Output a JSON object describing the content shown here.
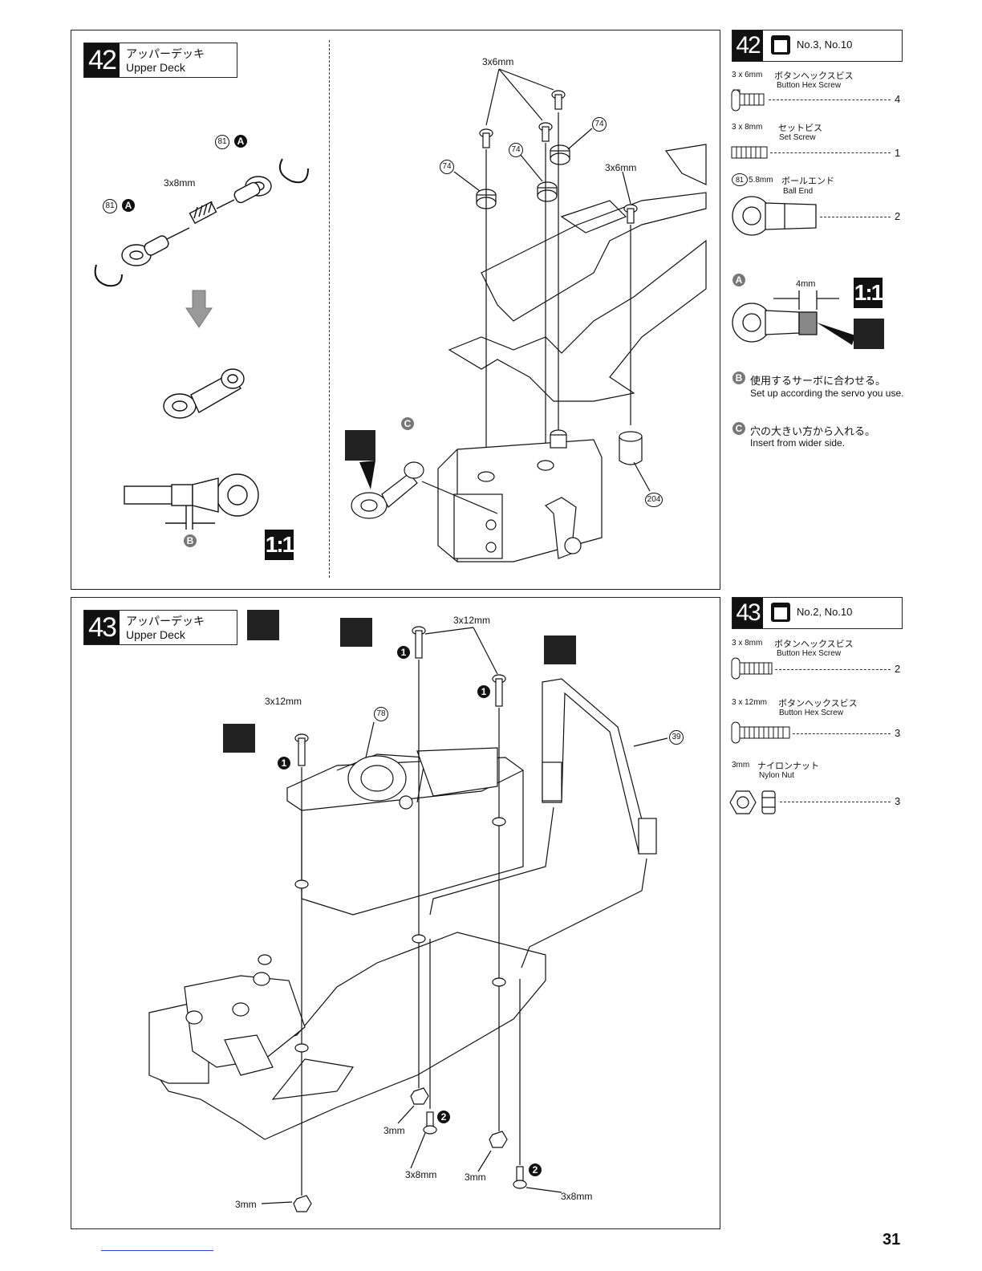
{
  "steps": [
    {
      "number": "42",
      "title_jp": "アッパーデッキ",
      "title_en": "Upper Deck",
      "diagram_labels": {
        "screw_3x8": "3x8mm",
        "screw_3x6_a": "3x6mm",
        "screw_3x6_b": "3x6mm",
        "ref_81": "81",
        "ref_74": "74",
        "ref_204": "204",
        "mark_a": "A",
        "mark_b": "B",
        "mark_c": "C",
        "scale": "1:1"
      },
      "parts_header": "No.3, No.10",
      "parts": [
        {
          "size": "3 x 6mm",
          "name_jp": "ボタンヘックスビス",
          "name_en": "Button Hex Screw",
          "qty": "4"
        },
        {
          "size": "3 x 8mm",
          "name_jp": "セットビス",
          "name_en": "Set Screw",
          "qty": "1"
        },
        {
          "size": "5.8mm",
          "ref": "81",
          "name_jp": "ボールエンド",
          "name_en": "Ball End",
          "qty": "2"
        }
      ],
      "notes": [
        {
          "mark": "A",
          "text": "4mm"
        },
        {
          "mark": "B",
          "text_jp": "使用するサーボに合わせる。",
          "text_en": "Set up according the servo you use."
        },
        {
          "mark": "C",
          "text_jp": "穴の大きい方から入れる。",
          "text_en": "Insert from wider side."
        }
      ]
    },
    {
      "number": "43",
      "title_jp": "アッパーデッキ",
      "title_en": "Upper Deck",
      "diagram_labels": {
        "screw_3x12_top": "3x12mm",
        "screw_3x12_left": "3x12mm",
        "ref_78": "78",
        "ref_39": "39",
        "nut_3mm_a": "3mm",
        "nut_3mm_b": "3mm",
        "nut_3mm_c": "3mm",
        "screw_3x8_a": "3x8mm",
        "screw_3x8_b": "3x8mm",
        "order_1": "1",
        "order_2": "2"
      },
      "parts_header": "No.2, No.10",
      "parts": [
        {
          "size": "3 x 8mm",
          "name_jp": "ボタンヘックスビス",
          "name_en": "Button Hex Screw",
          "qty": "2"
        },
        {
          "size": "3 x 12mm",
          "name_jp": "ボタンヘックスビス",
          "name_en": "Button Hex Screw",
          "qty": "3"
        },
        {
          "size": "3mm",
          "name_jp": "ナイロンナット",
          "name_en": "Nylon Nut",
          "qty": "3"
        }
      ]
    }
  ],
  "page_number": "31"
}
